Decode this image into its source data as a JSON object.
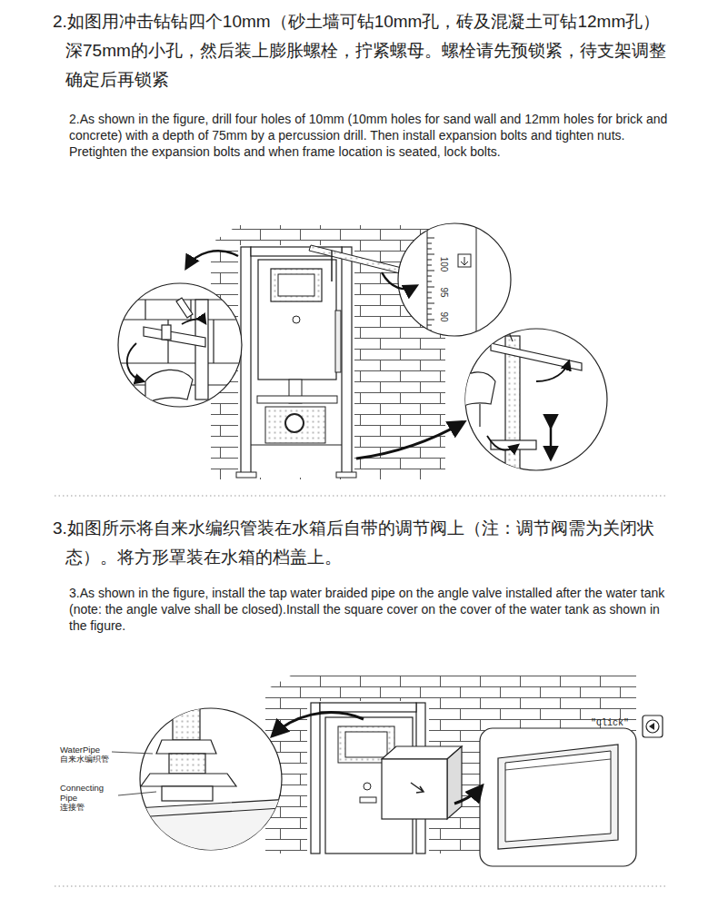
{
  "diagram": {
    "labels": [
      "2.如图用冲击钻钻四个10mm（砂土墙可钻10mm孔，砖及混凝土可钻12mm孔）深75mm的小孔，然后装上膨胀螺栓，拧紧螺母。螺栓请先预锁紧，待支架调整确定后再锁紧",
      "2.As shown in the figure, drill four holes of 10mm (10mm holes for sand wall and 12mm holes for brick and concrete) with a depth of 75mm by a percussion drill. Then install expansion bolts and tighten nuts. Pretighten the expansion bolts and when frame location is seated, lock bolts.",
      "100",
      "95",
      "90",
      "3.如图所示将自来水编织管装在水箱后自带的调节阀上（注：调节阀需为关闭状态）。将方形罩装在水箱的档盖上。",
      "3.As shown in the figure, install the tap water braided pipe on the angle valve installed after the water tank (note: the angle valve shall be closed).Install the square cover on the cover of the water tank as shown in the figure.",
      "WaterPipe",
      "自来水编织管",
      "Connecting Pipe",
      "连接管",
      "\"Click\""
    ]
  }
}
